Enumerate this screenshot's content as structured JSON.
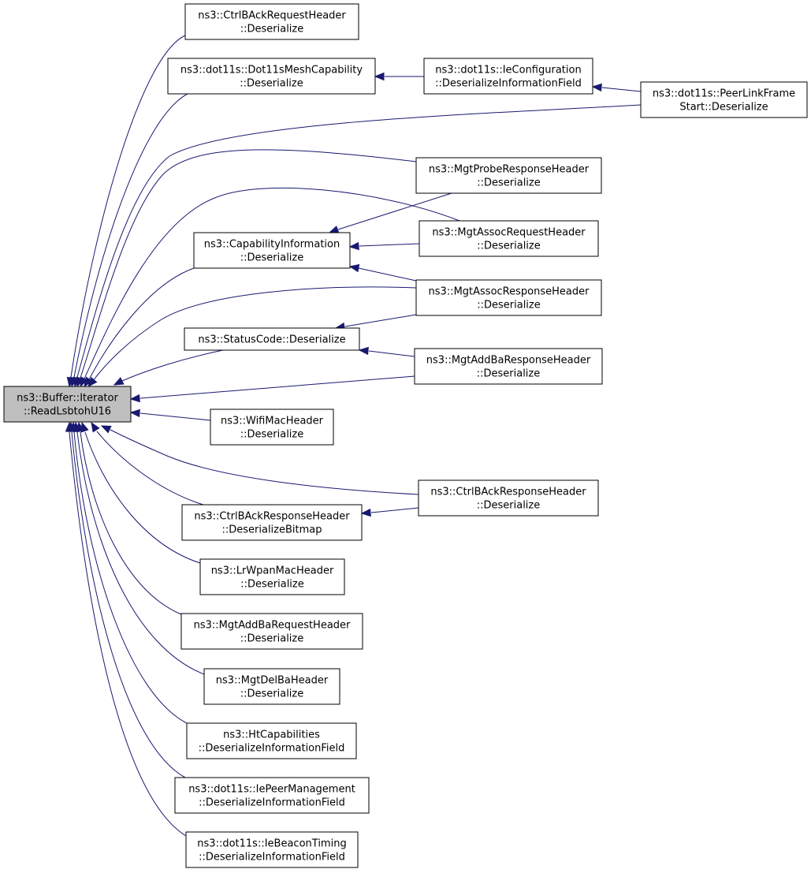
{
  "graph": {
    "nodes": [
      {
        "id": "root",
        "lines": [
          "ns3::Buffer::Iterator",
          "::ReadLsbtohU16"
        ],
        "root": true
      },
      {
        "id": "ctrlbackreq",
        "lines": [
          "ns3::CtrlBAckRequestHeader",
          "::Deserialize"
        ]
      },
      {
        "id": "meshcap",
        "lines": [
          "ns3::dot11s::Dot11sMeshCapability",
          "::Deserialize"
        ]
      },
      {
        "id": "ieconfig",
        "lines": [
          "ns3::dot11s::IeConfiguration",
          "::DeserializeInformationField"
        ]
      },
      {
        "id": "peerlink",
        "lines": [
          "ns3::dot11s::PeerLinkFrame",
          "Start::Deserialize"
        ]
      },
      {
        "id": "probersp",
        "lines": [
          "ns3::MgtProbeResponseHeader",
          "::Deserialize"
        ]
      },
      {
        "id": "capinfo",
        "lines": [
          "ns3::CapabilityInformation",
          "::Deserialize"
        ]
      },
      {
        "id": "assocreq",
        "lines": [
          "ns3::MgtAssocRequestHeader",
          "::Deserialize"
        ]
      },
      {
        "id": "assocrsp",
        "lines": [
          "ns3::MgtAssocResponseHeader",
          "::Deserialize"
        ]
      },
      {
        "id": "statuscode",
        "lines": [
          "ns3::StatusCode::Deserialize"
        ]
      },
      {
        "id": "addbarsp",
        "lines": [
          "ns3::MgtAddBaResponseHeader",
          "::Deserialize"
        ]
      },
      {
        "id": "wifimac",
        "lines": [
          "ns3::WifiMacHeader",
          "::Deserialize"
        ]
      },
      {
        "id": "ctrlbackrsp",
        "lines": [
          "ns3::CtrlBAckResponseHeader",
          "::Deserialize"
        ]
      },
      {
        "id": "bitmap",
        "lines": [
          "ns3::CtrlBAckResponseHeader",
          "::DeserializeBitmap"
        ]
      },
      {
        "id": "lrwpan",
        "lines": [
          "ns3::LrWpanMacHeader",
          "::Deserialize"
        ]
      },
      {
        "id": "addbareq",
        "lines": [
          "ns3::MgtAddBaRequestHeader",
          "::Deserialize"
        ]
      },
      {
        "id": "delba",
        "lines": [
          "ns3::MgtDelBaHeader",
          "::Deserialize"
        ]
      },
      {
        "id": "htcap",
        "lines": [
          "ns3::HtCapabilities",
          "::DeserializeInformationField"
        ]
      },
      {
        "id": "iepeer",
        "lines": [
          "ns3::dot11s::IePeerManagement",
          "::DeserializeInformationField"
        ]
      },
      {
        "id": "iebeacon",
        "lines": [
          "ns3::dot11s::IeBeaconTiming",
          "::DeserializeInformationField"
        ]
      }
    ],
    "edges": [
      {
        "from": "ctrlbackreq",
        "to": "root"
      },
      {
        "from": "meshcap",
        "to": "root"
      },
      {
        "from": "peerlink",
        "to": "root"
      },
      {
        "from": "probersp",
        "to": "root"
      },
      {
        "from": "assocreq",
        "to": "root"
      },
      {
        "from": "capinfo",
        "to": "root"
      },
      {
        "from": "assocrsp",
        "to": "root"
      },
      {
        "from": "statuscode",
        "to": "root"
      },
      {
        "from": "addbarsp",
        "to": "root"
      },
      {
        "from": "wifimac",
        "to": "root"
      },
      {
        "from": "ctrlbackrsp",
        "to": "root"
      },
      {
        "from": "bitmap",
        "to": "root"
      },
      {
        "from": "lrwpan",
        "to": "root"
      },
      {
        "from": "addbareq",
        "to": "root"
      },
      {
        "from": "delba",
        "to": "root"
      },
      {
        "from": "htcap",
        "to": "root"
      },
      {
        "from": "iepeer",
        "to": "root"
      },
      {
        "from": "iebeacon",
        "to": "root"
      },
      {
        "from": "ieconfig",
        "to": "meshcap"
      },
      {
        "from": "peerlink",
        "to": "ieconfig"
      },
      {
        "from": "probersp",
        "to": "capinfo"
      },
      {
        "from": "assocreq",
        "to": "capinfo"
      },
      {
        "from": "assocrsp",
        "to": "capinfo"
      },
      {
        "from": "assocrsp",
        "to": "statuscode"
      },
      {
        "from": "addbarsp",
        "to": "statuscode"
      },
      {
        "from": "ctrlbackrsp",
        "to": "bitmap"
      }
    ]
  }
}
